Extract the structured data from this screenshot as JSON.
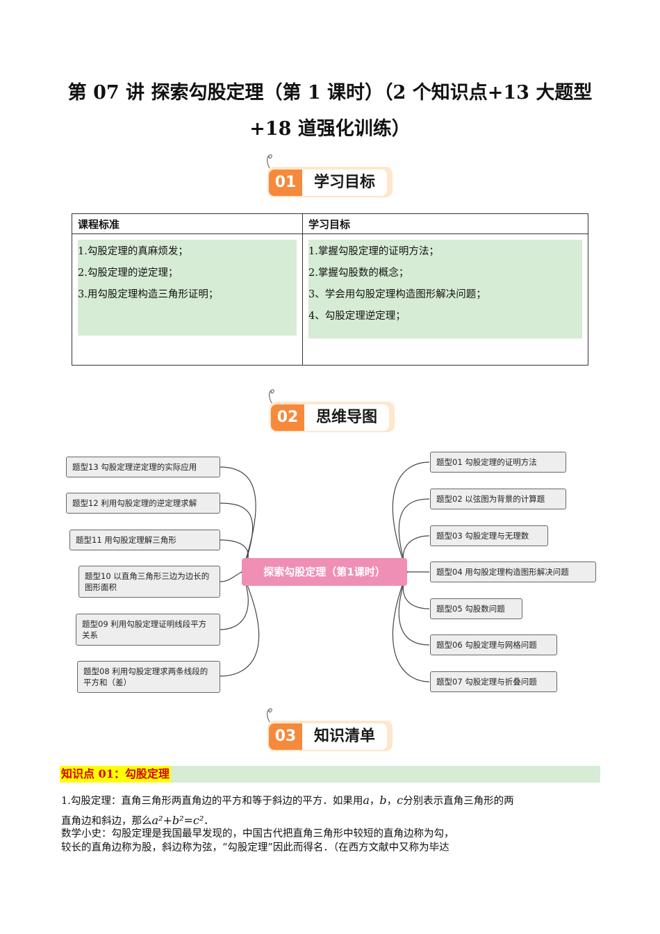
{
  "title": {
    "line1": "第 07 讲  探索勾股定理（第 1 课时）（2 个知识点+13 大题型",
    "line2": "+18 道强化训练）"
  },
  "banners": [
    {
      "num": "01",
      "label": "学习目标"
    },
    {
      "num": "02",
      "label": "思维导图"
    },
    {
      "num": "03",
      "label": "知识清单"
    }
  ],
  "goals_table": {
    "col1_header": "课程标准",
    "col2_header": "学习目标",
    "col1_items": [
      "1.勾股定理的真麻烦发；",
      "2.勾股定理的逆定理；",
      "3.用勾股定理构造三角形证明；"
    ],
    "col2_items": [
      "1.掌握勾股定理的证明方法；",
      "2.掌握勾股数的概念；",
      "3、学会用勾股定理构造图形解决问题；",
      "4、勾股定理逆定理；"
    ]
  },
  "mindmap": {
    "center": "探索勾股定理（第1课时）",
    "left": [
      "题型13  勾股定理逆定理的实际应用",
      "题型12  利用勾股定理的逆定理求解",
      "题型11  用勾股定理解三角形",
      "题型10  以直角三角形三边为边长的图形面积",
      "题型09  利用勾股定理证明线段平方关系",
      "题型08  利用勾股定理求两条线段的平方和（差）"
    ],
    "right": [
      "题型01  勾股定理的证明方法",
      "题型02  以弦图为背景的计算题",
      "题型03  勾股定理与无理数",
      "题型04  用勾股定理构造图形解决问题",
      "题型05  勾股数问题",
      "题型06  勾股定理与网格问题",
      "题型07  勾股定理与折叠问题"
    ]
  },
  "knowledge": {
    "kp_title": "知识点 01：勾股定理",
    "p1_a": "1.勾股定理：直角三角形两直角边的平方和等于斜边的平方．如果用",
    "var_a": "a",
    "var_b": "b",
    "var_c": "c",
    "p1_b": "分别表示直角三角形的两",
    "p1_c": "直角边和斜边，那么",
    "formula": "a²+b²=c²",
    "p1_d": "．",
    "p2": "数学小史：勾股定理是我国最早发现的，中国古代把直角三角形中较短的直角边称为勾，",
    "p3": "较长的直角边称为股，斜边称为弦，“勾股定理”因此而得名．（在西方文献中又称为毕达"
  },
  "colors": {
    "banner_orange": "#f58a3c",
    "banner_bg": "#ffe6cc",
    "green_box": "#d6ecd4",
    "center_pink": "#ef8fb6",
    "kp_highlight": "#ffff00",
    "kp_text": "#d40000"
  }
}
